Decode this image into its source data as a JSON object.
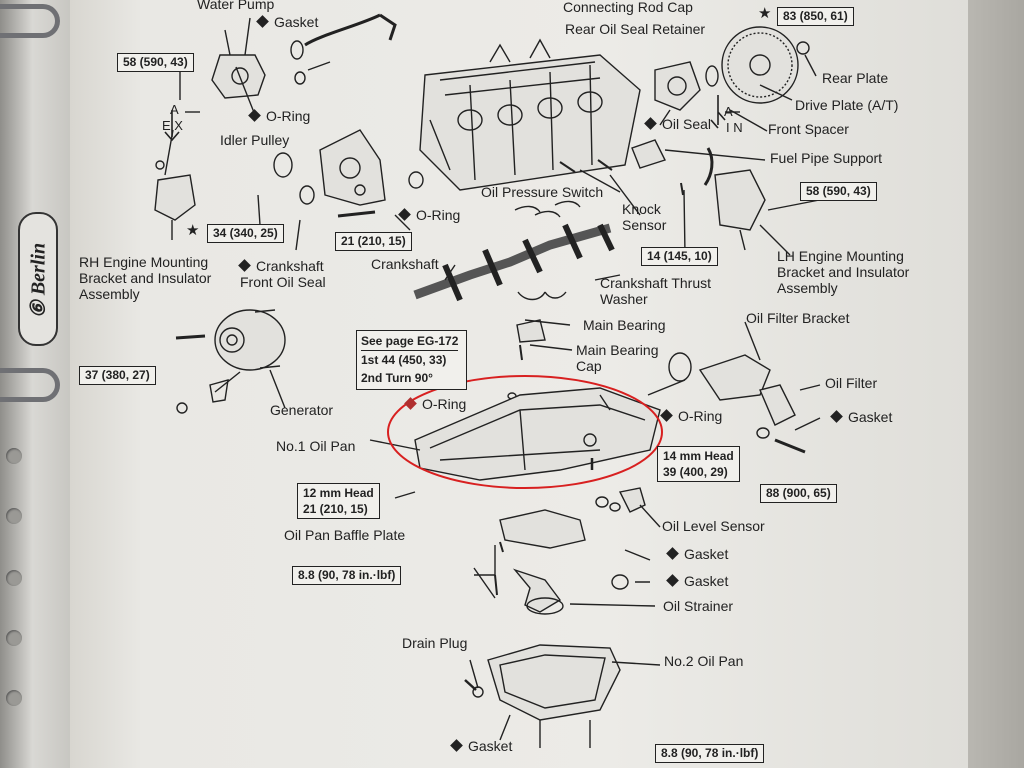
{
  "labels": {
    "water_pump": "Water Pump",
    "gasket_top": "Gasket",
    "o_ring_1": "O-Ring",
    "idler_pulley": "Idler Pulley",
    "a_ex_a": "A",
    "a_ex_ex": "E X",
    "rh_bracket": "RH Engine Mounting\nBracket and Insulator\nAssembly",
    "crank_seal": "Crankshaft\nFront Oil Seal",
    "o_ring_2": "O-Ring",
    "crankshaft": "Crankshaft",
    "generator": "Generator",
    "connecting_rod_cap": "Connecting Rod Cap",
    "rear_oil_seal_retainer": "Rear Oil Seal Retainer",
    "oil_seal": "Oil Seal",
    "a_in_a": "A",
    "a_in_in": "I N",
    "rear_plate": "Rear Plate",
    "drive_plate": "Drive Plate (A/T)",
    "front_spacer": "Front Spacer",
    "fuel_pipe_support": "Fuel Pipe Support",
    "oil_pressure_switch": "Oil Pressure Switch",
    "knock_sensor": "Knock\nSensor",
    "lh_bracket": "LH Engine Mounting\nBracket and Insulator\nAssembly",
    "thrust_washer": "Crankshaft Thrust\nWasher",
    "main_bearing": "Main Bearing",
    "main_bearing_cap": "Main Bearing\nCap",
    "oil_filter_bracket": "Oil Filter Bracket",
    "oil_filter": "Oil Filter",
    "gasket_filter": "Gasket",
    "o_ring_3": "O-Ring",
    "o_ring_4": "O-Ring",
    "no1_oil_pan": "No.1 Oil Pan",
    "oil_level_sensor": "Oil Level Sensor",
    "gasket_sensor": "Gasket",
    "gasket_strainer": "Gasket",
    "oil_strainer": "Oil Strainer",
    "baffle_plate": "Oil Pan Baffle Plate",
    "drain_plug": "Drain Plug",
    "no2_oil_pan": "No.2 Oil Pan",
    "gasket_bottom": "Gasket"
  },
  "torque": {
    "t58_left": "58 (590, 43)",
    "t34": "34 (340, 25)",
    "t21_top": "21 (210, 15)",
    "t37": "37 (380, 27)",
    "t83": "83 (850, 61)",
    "t58_right": "58 (590, 43)",
    "t14": "14 (145, 10)",
    "see_page": "See page EG-172",
    "first": "1st  44 (450, 33)",
    "second": "2nd Turn 90°",
    "head14": "14 mm Head",
    "head14_val": "39 (400, 29)",
    "t88": "88 (900, 65)",
    "head12": "12 mm Head",
    "head12_val": "21 (210, 15)",
    "t8_8_mid": "8.8 (90, 78 in.·lbf)",
    "t8_8_bottom": "8.8 (90, 78 in.·lbf)"
  },
  "binder_brand": "Berlin",
  "colors": {
    "highlight_ellipse": "#d82020",
    "ink": "#222222",
    "paper": "#ecebe7"
  }
}
